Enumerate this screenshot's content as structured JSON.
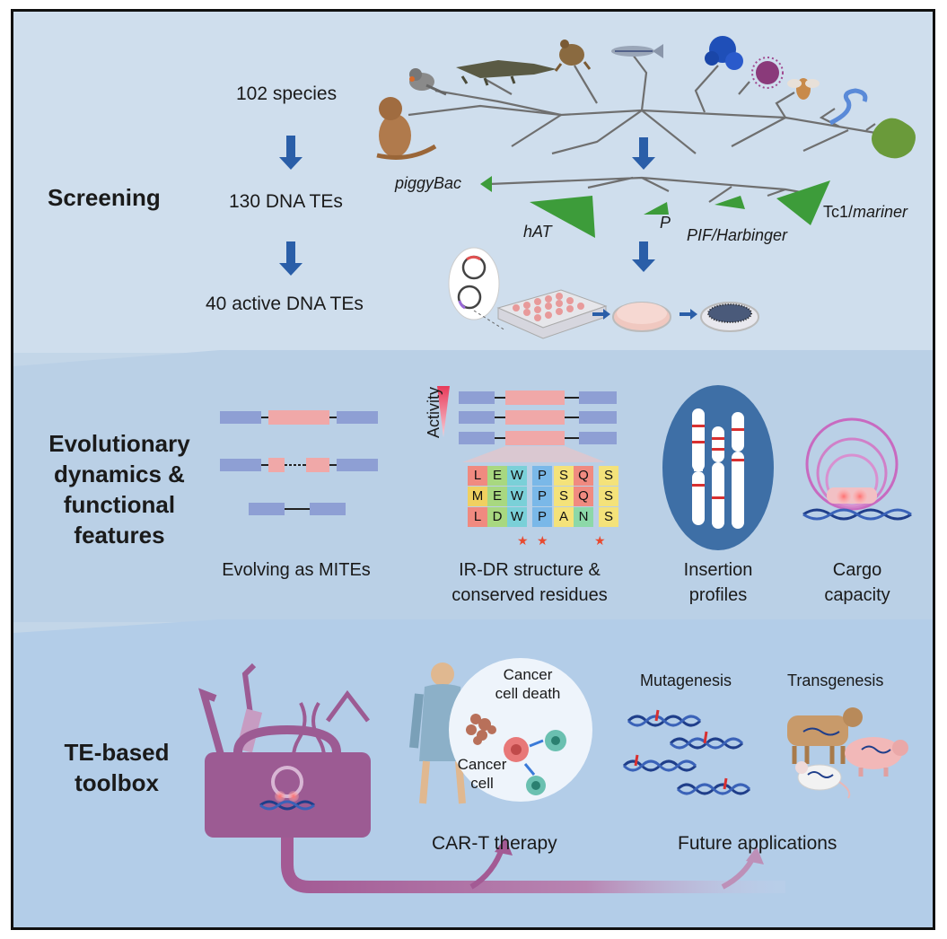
{
  "screening": {
    "title": "Screening",
    "steps": [
      "102 species",
      "130 DNA TEs",
      "40 active DNA TEs"
    ],
    "families": [
      "piggyBac",
      "hAT",
      "P",
      "PIF/Harbinger",
      "Tc1/",
      "mariner"
    ]
  },
  "evolution": {
    "title_lines": [
      "Evolutionary",
      "dynamics &",
      "functional",
      "features"
    ],
    "activity_label": "Activity",
    "captions": [
      {
        "lines": [
          "Evolving as MITEs"
        ]
      },
      {
        "lines": [
          "IR-DR structure &",
          "conserved residues"
        ]
      },
      {
        "lines": [
          "Insertion",
          "profiles"
        ]
      },
      {
        "lines": [
          "Cargo",
          "capacity"
        ]
      }
    ],
    "residues": [
      [
        "L",
        "E",
        "W",
        "P",
        "S",
        "Q",
        "S"
      ],
      [
        "M",
        "E",
        "W",
        "P",
        "S",
        "Q",
        "S"
      ],
      [
        "L",
        "D",
        "W",
        "P",
        "A",
        "N",
        "S"
      ]
    ],
    "residue_colors": {
      "L": "#f08a80",
      "M": "#f0d060",
      "E": "#a8d880",
      "D": "#a8d880",
      "W": "#7ad0d8",
      "P": "#7ab8e8",
      "S": "#f4e27a",
      "Q": "#f08a80",
      "A": "#f4e27a",
      "N": "#8cd8a8"
    }
  },
  "toolbox": {
    "title_lines": [
      "TE-based",
      "toolbox"
    ],
    "cancer_death": [
      "Cancer",
      "cell death"
    ],
    "cancer_cell": [
      "Cancer",
      "cell"
    ],
    "car_t": "CAR-T therapy",
    "mutagenesis": "Mutagenesis",
    "transgenesis": "Transgenesis",
    "future": "Future applications"
  },
  "colors": {
    "panel1": "#cfdeed",
    "panel2": "#bad0e6",
    "panel3": "#b3cde8",
    "tree": "#6f6f6f",
    "wedge": "#3d9c3a",
    "arrow": "#2a5ea8",
    "transposase": "#f0a8a8",
    "ir": "#8e9fd4",
    "purple": "#9c5b93"
  }
}
